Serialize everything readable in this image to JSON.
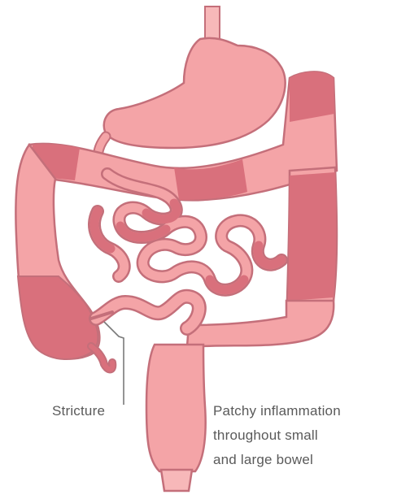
{
  "labels": {
    "stricture": "Stricture",
    "patchy_lines": [
      "Patchy inflammation",
      "throughout small",
      "and large bowel"
    ]
  },
  "colors": {
    "healthy": "#f4a4a7",
    "healthy_light": "#f7b8b9",
    "inflamed": "#d9707c",
    "outline": "#c46f7a",
    "pointer": "#7a7a7a",
    "text": "#5a5a5a"
  }
}
